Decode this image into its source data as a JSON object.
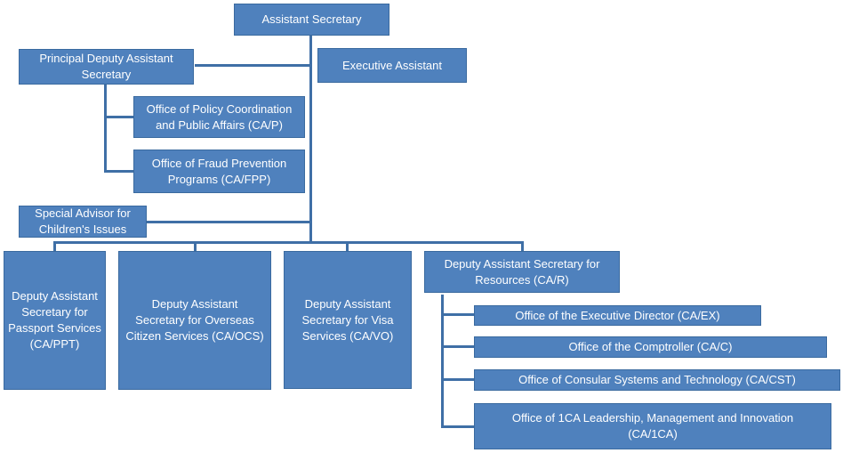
{
  "org_chart": {
    "assistant_secretary": "Assistant Secretary",
    "principal_deputy": "Principal Deputy Assistant\nSecretary",
    "executive_assistant": "Executive Assistant",
    "policy_office": "Office of Policy Coordination\nand Public Affairs (CA/P)",
    "fraud_office": "Office of Fraud Prevention\nPrograms (CA/FPP)",
    "special_advisor": "Special Advisor for\nChildren's Issues",
    "das_passport": "Deputy Assistant\nSecretary for\nPassport Services\n(CA/PPT)",
    "das_overseas": "Deputy Assistant\nSecretary for Overseas\nCitizen Services (CA/OCS)",
    "das_visa": "Deputy Assistant\nSecretary for Visa\nServices (CA/VO)",
    "das_resources": "Deputy Assistant Secretary for\nResources (CA/R)",
    "exec_director": "Office of the  Executive Director (CA/EX)",
    "comptroller": "Office of the  Comptroller (CA/C)",
    "consular_systems": "Office of Consular Systems and Technology (CA/CST)",
    "leadership_office": "Office of 1CA Leadership, Management and Innovation\n(CA/1CA)"
  }
}
